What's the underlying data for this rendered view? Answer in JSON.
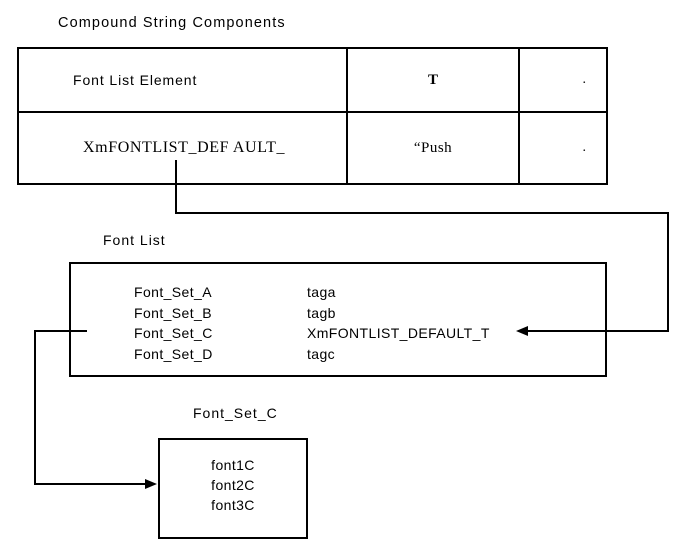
{
  "diagram": {
    "title": "Compound String Components",
    "table": {
      "rows": [
        {
          "element": "Font List Element",
          "tag": "T",
          "dot": "."
        },
        {
          "element": "XmFONTLIST_DEF AULT_",
          "tag": "“Push",
          "dot": "."
        }
      ]
    },
    "font_list": {
      "label": "Font List",
      "entries": [
        {
          "name": "Font_Set_A",
          "tag": "taga"
        },
        {
          "name": "Font_Set_B",
          "tag": "tagb"
        },
        {
          "name": "Font_Set_C",
          "tag": "XmFONTLIST_DEFAULT_T"
        },
        {
          "name": "Font_Set_D",
          "tag": "tagc"
        }
      ]
    },
    "font_set_c": {
      "label": "Font_Set_C",
      "fonts": [
        "font1C",
        "font2C",
        "font3C"
      ]
    },
    "colors": {
      "line": "#000000",
      "background": "#ffffff"
    }
  }
}
